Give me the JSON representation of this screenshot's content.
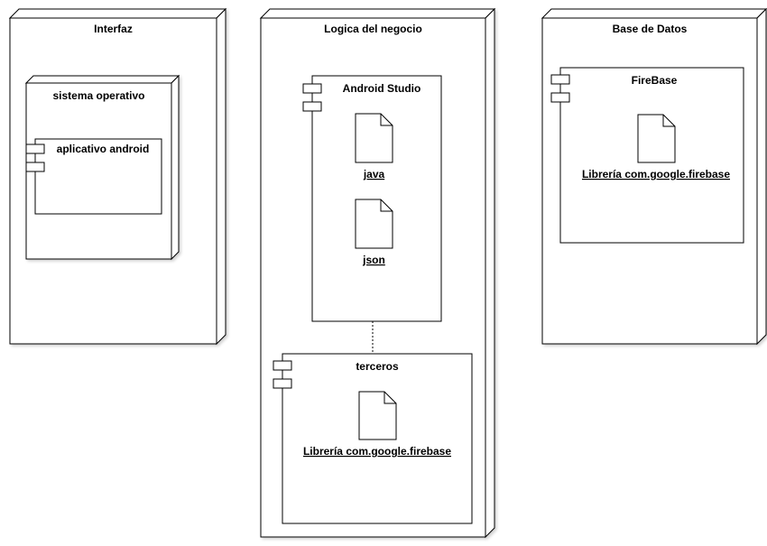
{
  "nodes": {
    "interfaz": {
      "title": "Interfaz"
    },
    "sistema_operativo": {
      "title": "sistema operativo"
    },
    "aplicativo_android": {
      "title": "aplicativo android"
    },
    "logica": {
      "title": "Logica del negocio"
    },
    "android_studio": {
      "title": "Android Studio"
    },
    "java": {
      "title": "java"
    },
    "json": {
      "title": "json"
    },
    "terceros": {
      "title": "terceros"
    },
    "terceros_lib": {
      "title": "Librería com.google.firebase"
    },
    "base_datos": {
      "title": "Base de Datos"
    },
    "firebase": {
      "title": "FireBase"
    },
    "firebase_lib": {
      "title": "Librería com.google.firebase"
    }
  },
  "icons": [
    "document-icon",
    "component-icon"
  ]
}
